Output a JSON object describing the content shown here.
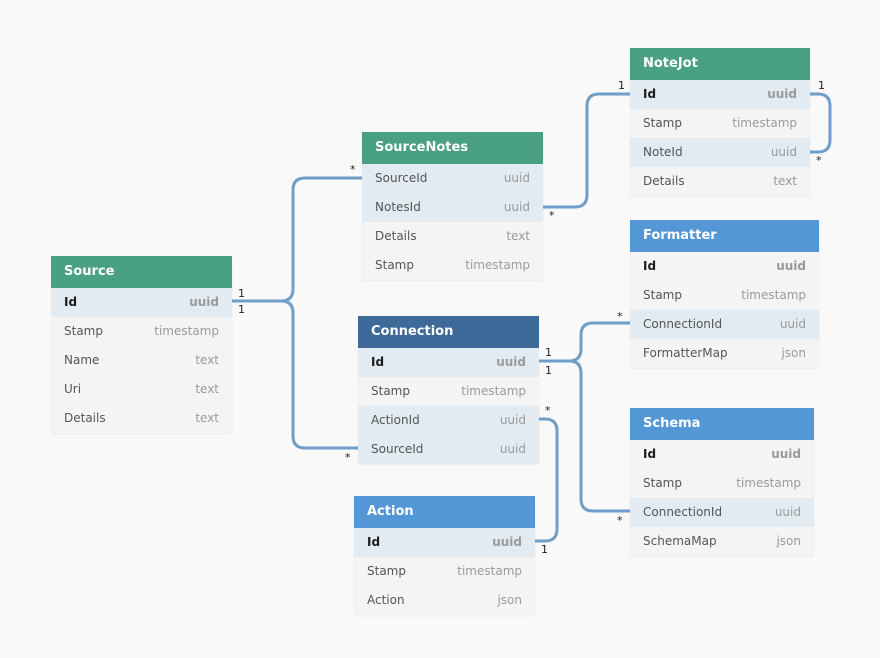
{
  "colors": {
    "green": "#4aa084",
    "blue": "#5497d6",
    "dark_blue": "#3e6a99",
    "link": "#6f9ec9"
  },
  "tables": [
    {
      "key": "source",
      "name": "Source",
      "color": "#4aa084",
      "columns": [
        {
          "name": "Id",
          "type": "uuid",
          "pk": true,
          "alt": true
        },
        {
          "name": "Stamp",
          "type": "timestamp"
        },
        {
          "name": "Name",
          "type": "text"
        },
        {
          "name": "Uri",
          "type": "text"
        },
        {
          "name": "Details",
          "type": "text"
        }
      ]
    },
    {
      "key": "sourcenotes",
      "name": "SourceNotes",
      "color": "#4aa084",
      "columns": [
        {
          "name": "SourceId",
          "type": "uuid",
          "alt": true
        },
        {
          "name": "NotesId",
          "type": "uuid",
          "alt": true
        },
        {
          "name": "Details",
          "type": "text"
        },
        {
          "name": "Stamp",
          "type": "timestamp"
        }
      ]
    },
    {
      "key": "notejot",
      "name": "NoteJot",
      "color": "#4aa084",
      "columns": [
        {
          "name": "Id",
          "type": "uuid",
          "pk": true,
          "alt": true
        },
        {
          "name": "Stamp",
          "type": "timestamp"
        },
        {
          "name": "NoteId",
          "type": "uuid",
          "alt": true
        },
        {
          "name": "Details",
          "type": "text"
        }
      ]
    },
    {
      "key": "formatter",
      "name": "Formatter",
      "color": "#5497d6",
      "columns": [
        {
          "name": "Id",
          "type": "uuid",
          "pk": true
        },
        {
          "name": "Stamp",
          "type": "timestamp"
        },
        {
          "name": "ConnectionId",
          "type": "uuid",
          "alt": true
        },
        {
          "name": "FormatterMap",
          "type": "json"
        }
      ]
    },
    {
      "key": "connection",
      "name": "Connection",
      "color": "#3e6a99",
      "columns": [
        {
          "name": "Id",
          "type": "uuid",
          "pk": true,
          "alt": true
        },
        {
          "name": "Stamp",
          "type": "timestamp"
        },
        {
          "name": "ActionId",
          "type": "uuid",
          "alt": true
        },
        {
          "name": "SourceId",
          "type": "uuid",
          "alt": true
        }
      ]
    },
    {
      "key": "schema",
      "name": "Schema",
      "color": "#5497d6",
      "columns": [
        {
          "name": "Id",
          "type": "uuid",
          "pk": true
        },
        {
          "name": "Stamp",
          "type": "timestamp"
        },
        {
          "name": "ConnectionId",
          "type": "uuid",
          "alt": true
        },
        {
          "name": "SchemaMap",
          "type": "json"
        }
      ]
    },
    {
      "key": "action",
      "name": "Action",
      "color": "#5497d6",
      "columns": [
        {
          "name": "Id",
          "type": "uuid",
          "pk": true,
          "alt": true
        },
        {
          "name": "Stamp",
          "type": "timestamp"
        },
        {
          "name": "Action",
          "type": "json"
        }
      ]
    }
  ],
  "relationships": [
    {
      "from": "Source.Id",
      "to": "SourceNotes.SourceId",
      "from_card": "1",
      "to_card": "*"
    },
    {
      "from": "Source.Id",
      "to": "Connection.SourceId",
      "from_card": "1",
      "to_card": "*"
    },
    {
      "from": "NoteJot.Id",
      "to": "SourceNotes.NotesId",
      "from_card": "1",
      "to_card": "*"
    },
    {
      "from": "NoteJot.Id",
      "to": "NoteJot.NoteId",
      "from_card": "1",
      "to_card": "*"
    },
    {
      "from": "Connection.Id",
      "to": "Formatter.ConnectionId",
      "from_card": "1",
      "to_card": "*"
    },
    {
      "from": "Connection.Id",
      "to": "Schema.ConnectionId",
      "from_card": "1",
      "to_card": "*"
    },
    {
      "from": "Action.Id",
      "to": "Connection.ActionId",
      "from_card": "1",
      "to_card": "*"
    }
  ]
}
